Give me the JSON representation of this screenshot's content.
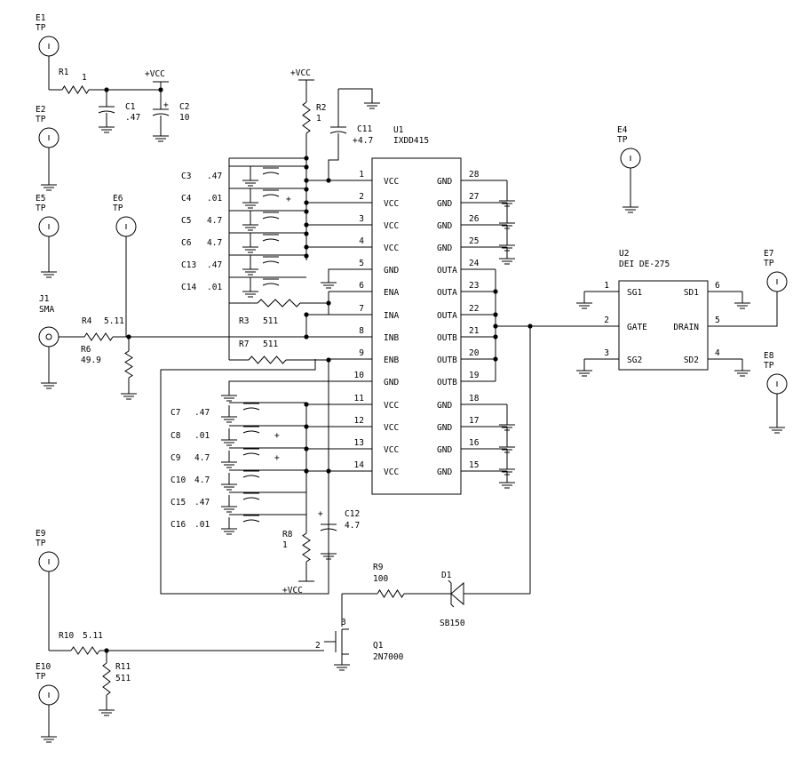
{
  "colors": {
    "ink": "#000000",
    "background": "#ffffff"
  },
  "test_points": [
    {
      "ref": "E1",
      "type": "TP"
    },
    {
      "ref": "E2",
      "type": "TP"
    },
    {
      "ref": "E5",
      "type": "TP"
    },
    {
      "ref": "E6",
      "type": "TP"
    },
    {
      "ref": "E4",
      "type": "TP"
    },
    {
      "ref": "E7",
      "type": "TP"
    },
    {
      "ref": "E8",
      "type": "TP"
    },
    {
      "ref": "E9",
      "type": "TP"
    },
    {
      "ref": "E10",
      "type": "TP"
    }
  ],
  "connector": {
    "ref": "J1",
    "type": "SMA"
  },
  "supply_label": "+VCC",
  "plus_sign": "+",
  "resistors": [
    {
      "ref": "R1",
      "value": "1"
    },
    {
      "ref": "R2",
      "value": "1"
    },
    {
      "ref": "R3",
      "value": "511"
    },
    {
      "ref": "R4",
      "value": "5.11"
    },
    {
      "ref": "R6",
      "value": "49.9"
    },
    {
      "ref": "R7",
      "value": "511"
    },
    {
      "ref": "R8",
      "value": "1"
    },
    {
      "ref": "R9",
      "value": "100"
    },
    {
      "ref": "R10",
      "value": "5.11"
    },
    {
      "ref": "R11",
      "value": "511"
    }
  ],
  "capacitors": [
    {
      "ref": "C1",
      "value": ".47"
    },
    {
      "ref": "C2",
      "value": "10"
    },
    {
      "ref": "C11",
      "value": "4.7"
    },
    {
      "ref": "C3",
      "value": ".47"
    },
    {
      "ref": "C4",
      "value": ".01"
    },
    {
      "ref": "C5",
      "value": "4.7"
    },
    {
      "ref": "C6",
      "value": "4.7"
    },
    {
      "ref": "C13",
      "value": ".47"
    },
    {
      "ref": "C14",
      "value": ".01"
    },
    {
      "ref": "C7",
      "value": ".47"
    },
    {
      "ref": "C8",
      "value": ".01"
    },
    {
      "ref": "C9",
      "value": "4.7"
    },
    {
      "ref": "C10",
      "value": "4.7"
    },
    {
      "ref": "C15",
      "value": ".47"
    },
    {
      "ref": "C16",
      "value": ".01"
    },
    {
      "ref": "C12",
      "value": "4.7"
    }
  ],
  "u1": {
    "ref": "U1",
    "part": "IXDD415",
    "left_pins": [
      {
        "num": "1",
        "name": "VCC"
      },
      {
        "num": "2",
        "name": "VCC"
      },
      {
        "num": "3",
        "name": "VCC"
      },
      {
        "num": "4",
        "name": "VCC"
      },
      {
        "num": "5",
        "name": "GND"
      },
      {
        "num": "6",
        "name": "ENA"
      },
      {
        "num": "7",
        "name": "INA"
      },
      {
        "num": "8",
        "name": "INB"
      },
      {
        "num": "9",
        "name": "ENB"
      },
      {
        "num": "10",
        "name": "GND"
      },
      {
        "num": "11",
        "name": "VCC"
      },
      {
        "num": "12",
        "name": "VCC"
      },
      {
        "num": "13",
        "name": "VCC"
      },
      {
        "num": "14",
        "name": "VCC"
      }
    ],
    "right_pins": [
      {
        "num": "28",
        "name": "GND"
      },
      {
        "num": "27",
        "name": "GND"
      },
      {
        "num": "26",
        "name": "GND"
      },
      {
        "num": "25",
        "name": "GND"
      },
      {
        "num": "24",
        "name": "OUTA"
      },
      {
        "num": "23",
        "name": "OUTA"
      },
      {
        "num": "22",
        "name": "OUTA"
      },
      {
        "num": "21",
        "name": "OUTB"
      },
      {
        "num": "20",
        "name": "OUTB"
      },
      {
        "num": "19",
        "name": "OUTB"
      },
      {
        "num": "18",
        "name": "GND"
      },
      {
        "num": "17",
        "name": "GND"
      },
      {
        "num": "16",
        "name": "GND"
      },
      {
        "num": "15",
        "name": "GND"
      }
    ]
  },
  "u2": {
    "ref": "U2",
    "part": "DEI DE-275",
    "pins": [
      {
        "num": "1",
        "name": "SG1"
      },
      {
        "num": "2",
        "name": "GATE"
      },
      {
        "num": "3",
        "name": "SG2"
      },
      {
        "num": "6",
        "name": "SD1"
      },
      {
        "num": "5",
        "name": "DRAIN"
      },
      {
        "num": "4",
        "name": "SD2"
      }
    ]
  },
  "q1": {
    "ref": "Q1",
    "part": "2N7000",
    "gate_pin": "2",
    "drain_pin": "3"
  },
  "d1": {
    "ref": "D1",
    "part": "SB150"
  }
}
